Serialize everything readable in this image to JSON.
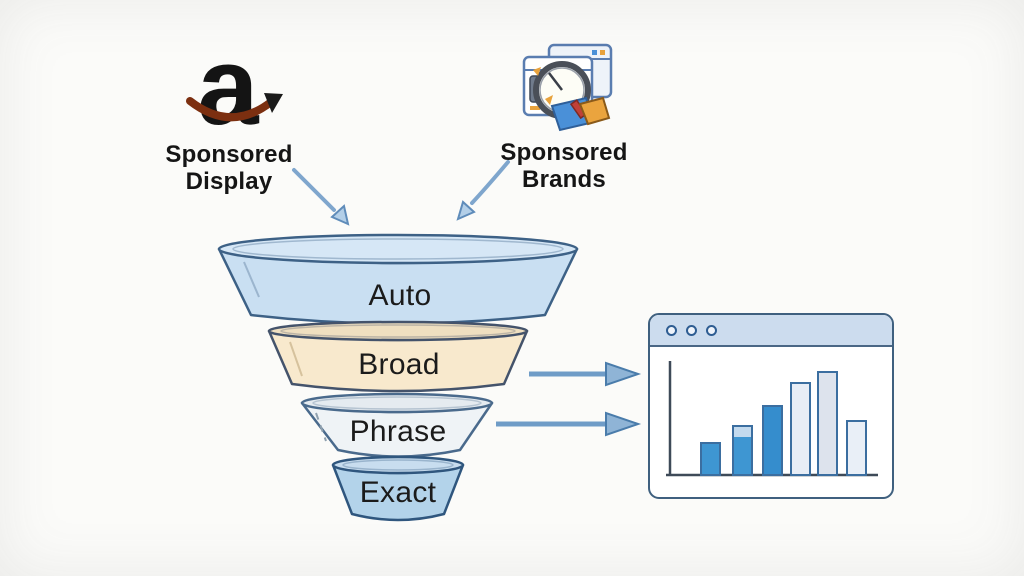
{
  "page": {
    "background": "#fbfbf9"
  },
  "amazon_logo": {
    "letter": "a",
    "letter_color": "#141414",
    "smile_color": "#7c2f10",
    "arrow_color": "#1a1a1a"
  },
  "sponsored_display": {
    "line1": "Sponsored",
    "line2": "Display"
  },
  "sponsored_brands": {
    "line1": "Sponsored",
    "line2": "Brands"
  },
  "funnel": {
    "label_color": "#1b1b1b",
    "layers": [
      {
        "label": "Auto",
        "body_fill": "#c9dff2",
        "rim_fill": "#d6e7f6",
        "stroke": "#3d6186"
      },
      {
        "label": "Broad",
        "body_fill": "#f8e9cd",
        "rim_fill": "#efdfc0",
        "stroke": "#44536b"
      },
      {
        "label": "Phrase",
        "body_fill": "#eff3f6",
        "rim_fill": "#e5ebf0",
        "stroke": "#4a6a8c"
      },
      {
        "label": "Exact",
        "body_fill": "#b3d3ea",
        "rim_fill": "#c8ddef",
        "stroke": "#2f567e"
      }
    ]
  },
  "arrows": {
    "curved_stroke": "#7fa6cd",
    "curved_head_fill": "#b3cfe8",
    "curved_head_stroke": "#5f8cba",
    "horizontal_shaft": "#6f9cc7",
    "horizontal_head_fill": "#8fb4d6",
    "horizontal_head_stroke": "#4a7cab"
  },
  "results_window": {
    "titlebar_fill": "#ccdcee",
    "border_color": "#3f607f",
    "window_dots": 3
  },
  "chart_data": {
    "type": "bar",
    "title": "",
    "xlabel": "",
    "ylabel": "",
    "axis_color": "#3e4a58",
    "bar_stroke": "#3b6ea0",
    "ylim": [
      0,
      100
    ],
    "bars": [
      {
        "height_pct": 31,
        "fill": "#3e96d2"
      },
      {
        "height_pct": 48,
        "fill": "#3e96d2",
        "cap_pct": 11,
        "cap_fill": "#c3daee"
      },
      {
        "height_pct": 67,
        "fill": "#358dcd"
      },
      {
        "height_pct": 89,
        "fill": "#e7edf6"
      },
      {
        "height_pct": 100,
        "fill": "#dde3ed"
      },
      {
        "height_pct": 52,
        "fill": "#e9eff7"
      }
    ]
  }
}
